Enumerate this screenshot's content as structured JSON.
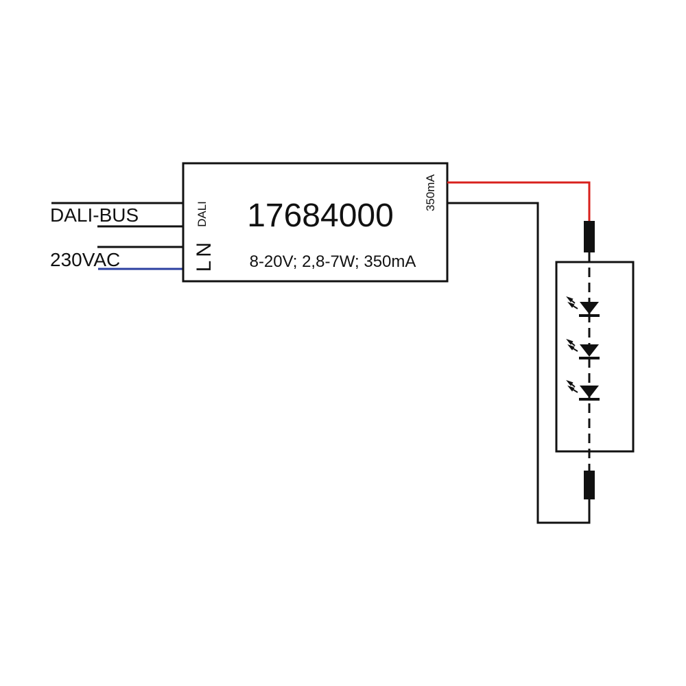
{
  "driver": {
    "model": "17684000",
    "spec": "8-20V; 2,8-7W; 350mA",
    "output_label": "350mA",
    "dali_terminal_label": "DALI",
    "neutral_terminal_label": "N",
    "line_terminal_label": "L"
  },
  "inputs": {
    "dali_bus_label": "DALI-BUS",
    "mains_label": "230VAC"
  },
  "led_module": {
    "led_count": 3
  },
  "colors": {
    "outline": "#111111",
    "positive_wire": "#d8201c",
    "negative_wire": "#111111",
    "neutral_wire": "#2b3fa0"
  }
}
